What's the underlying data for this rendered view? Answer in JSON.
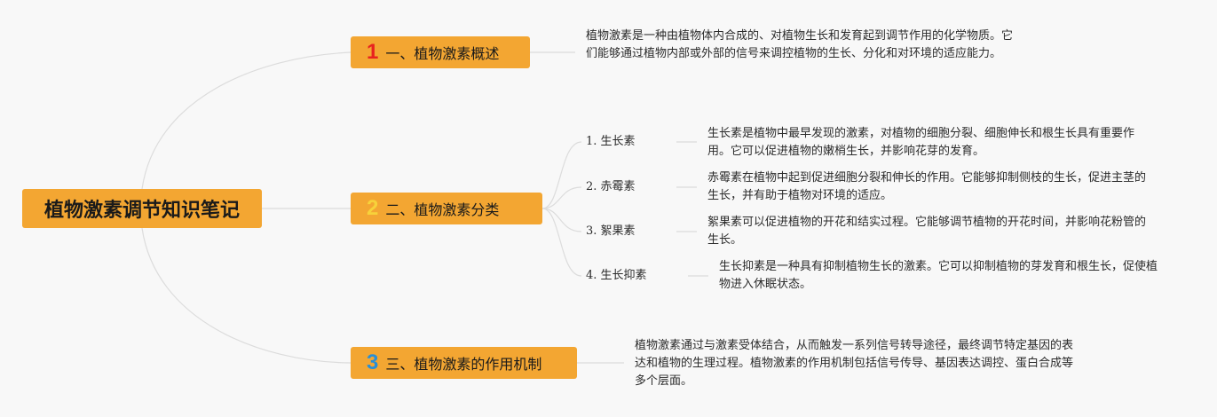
{
  "root": {
    "title": "植物激素调节知识笔记"
  },
  "branches": [
    {
      "number": "1",
      "number_color": "#e8231f",
      "label": "一、植物激素概述",
      "note": "植物激素是一种由植物体内合成的、对植物生长和发育起到调节作用的化学物质。它们能够通过植物内部或外部的信号来调控植物的生长、分化和对环境的适应能力。"
    },
    {
      "number": "2",
      "number_color": "#f7d23a",
      "label": "二、植物激素分类",
      "children": [
        {
          "label": "1. 生长素",
          "note": "生长素是植物中最早发现的激素，对植物的细胞分裂、细胞伸长和根生长具有重要作用。它可以促进植物的嫩梢生长，并影响花芽的发育。"
        },
        {
          "label": "2. 赤霉素",
          "note": "赤霉素在植物中起到促进细胞分裂和伸长的作用。它能够抑制侧枝的生长，促进主茎的生长，并有助于植物对环境的适应。"
        },
        {
          "label": "3. 絮果素",
          "note": "絮果素可以促进植物的开花和结实过程。它能够调节植物的开花时间，并影响花粉管的生长。"
        },
        {
          "label": "4. 生长抑素",
          "note": "生长抑素是一种具有抑制植物生长的激素。它可以抑制植物的芽发育和根生长，促使植物进入休眠状态。"
        }
      ]
    },
    {
      "number": "3",
      "number_color": "#2a8fd6",
      "label": "三、植物激素的作用机制",
      "note": "植物激素通过与激素受体结合，从而触发一系列信号转导途径，最终调节特定基因的表达和植物的生理过程。植物激素的作用机制包括信号传导、基因表达调控、蛋白合成等多个层面。"
    }
  ],
  "colors": {
    "node_fill": "#f3a632",
    "connector": "#dcdcdc",
    "background": "#f8f8f8"
  }
}
